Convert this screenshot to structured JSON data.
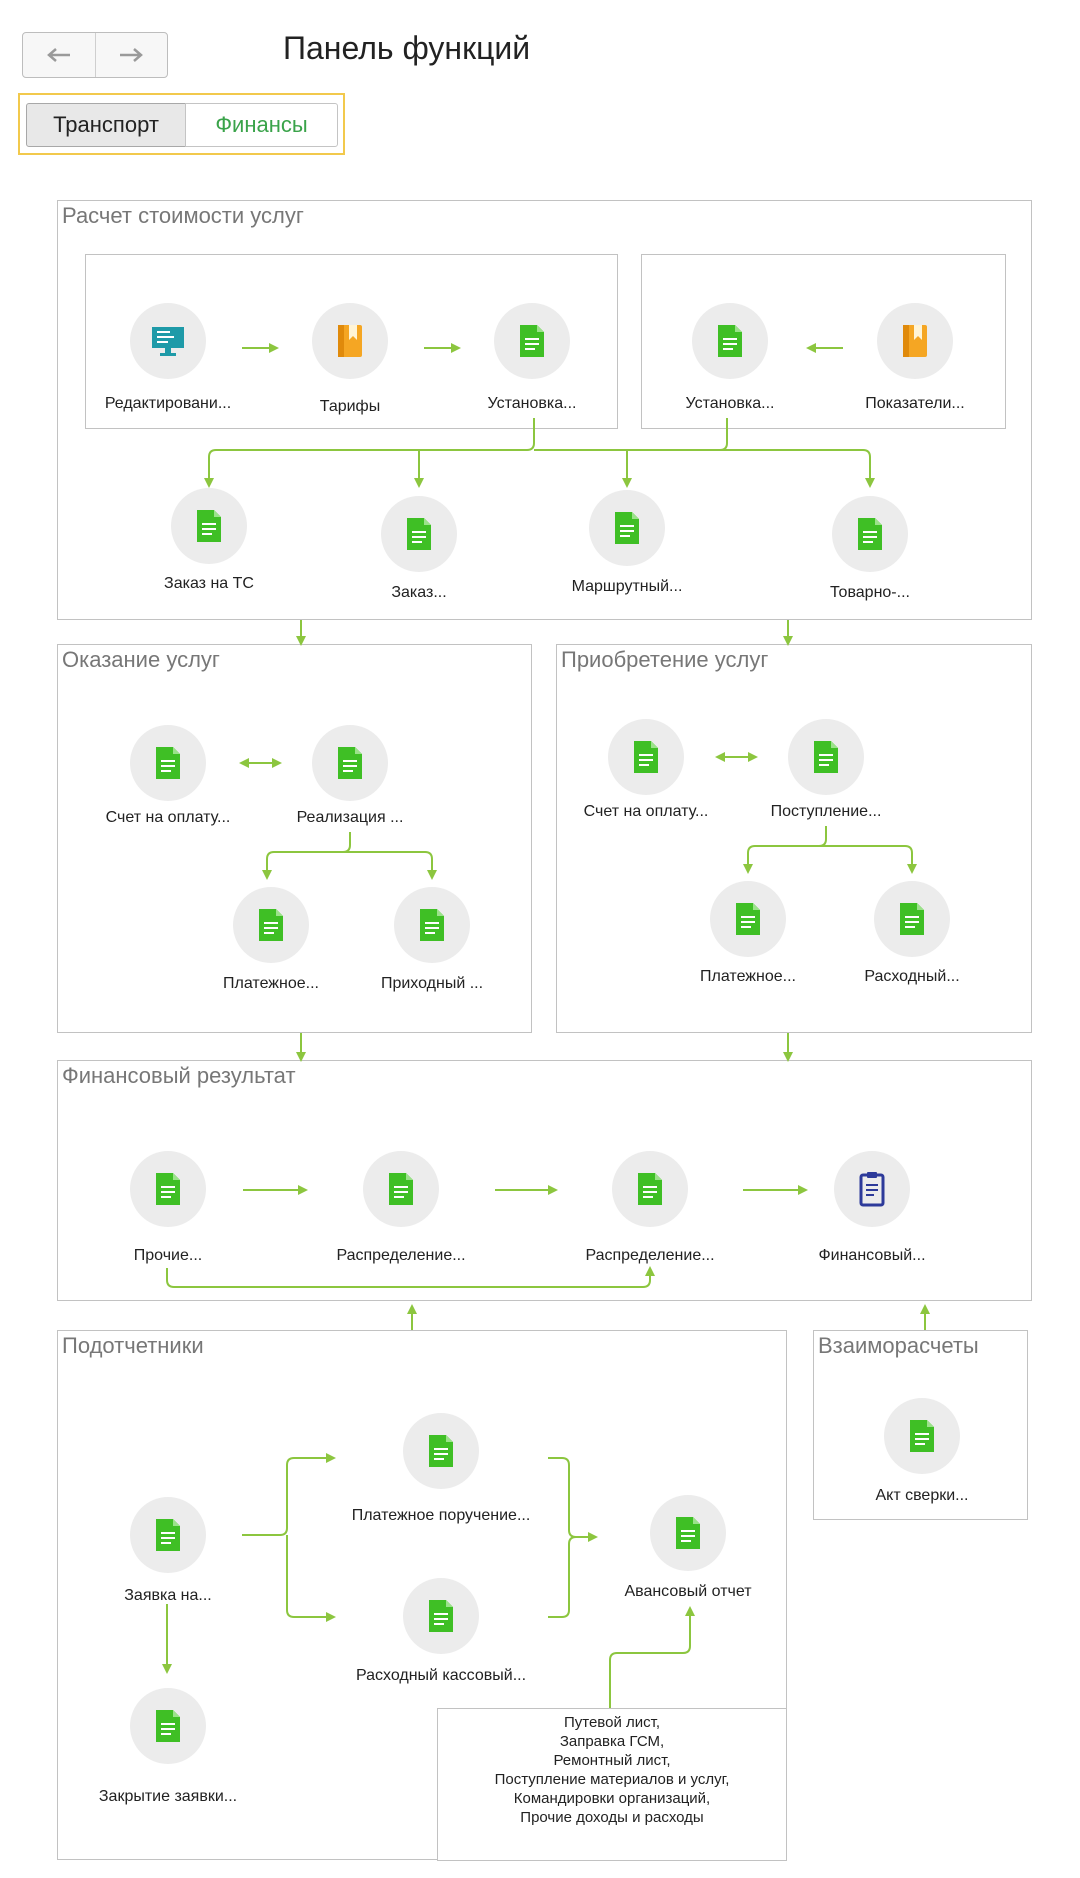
{
  "header": {
    "title": "Панель функций",
    "nav": {
      "back_icon": "arrow-left-icon",
      "forward_icon": "arrow-right-icon"
    },
    "tabs": [
      {
        "label": "Транспорт",
        "active": false
      },
      {
        "label": "Финансы",
        "active": true
      }
    ]
  },
  "groups": {
    "pricing": "Расчет стоимости услуг",
    "services_provided": "Оказание услуг",
    "services_purchased": "Приобретение услуг",
    "financial_result": "Финансовый результат",
    "accountables": "Подотчетники",
    "settlements": "Взаиморасчеты"
  },
  "nodes": {
    "editing": {
      "label": "Редактировани...",
      "icon": "monitor-icon"
    },
    "tariffs": {
      "label": "Тарифы",
      "icon": "book-icon"
    },
    "setting1": {
      "label": "Установка...",
      "icon": "document-icon"
    },
    "setting2": {
      "label": "Установка...",
      "icon": "document-icon"
    },
    "indicators": {
      "label": "Показатели...",
      "icon": "book-icon"
    },
    "vehicle_order": {
      "label": "Заказ на ТС",
      "icon": "document-icon"
    },
    "order": {
      "label": "Заказ...",
      "icon": "document-icon"
    },
    "route": {
      "label": "Маршрутный...",
      "icon": "document-icon"
    },
    "waybill": {
      "label": "Товарно-...",
      "icon": "document-icon"
    },
    "invoice_out": {
      "label": "Счет на оплату...",
      "icon": "document-icon"
    },
    "realization": {
      "label": "Реализация ...",
      "icon": "document-icon"
    },
    "payment_in": {
      "label": "Платежное...",
      "icon": "document-icon"
    },
    "cash_in": {
      "label": "Приходный ...",
      "icon": "document-icon"
    },
    "invoice_in": {
      "label": "Счет на оплату...",
      "icon": "document-icon"
    },
    "receipt": {
      "label": "Поступление...",
      "icon": "document-icon"
    },
    "payment_out": {
      "label": "Платежное...",
      "icon": "document-icon"
    },
    "cash_out": {
      "label": "Расходный...",
      "icon": "document-icon"
    },
    "other": {
      "label": "Прочие...",
      "icon": "document-icon"
    },
    "distribution1": {
      "label": "Распределение...",
      "icon": "document-icon"
    },
    "distribution2": {
      "label": "Распределение...",
      "icon": "document-icon"
    },
    "fin_report": {
      "label": "Финансовый...",
      "icon": "report-icon"
    },
    "request": {
      "label": "Заявка на...",
      "icon": "document-icon"
    },
    "payment_order": {
      "label": "Платежное  поручение...",
      "icon": "document-icon"
    },
    "cash_expense": {
      "label": "Расходный кассовый...",
      "icon": "document-icon"
    },
    "advance_report": {
      "label": "Авансовый отчет",
      "icon": "document-icon"
    },
    "close_request": {
      "label": "Закрытие заявки...",
      "icon": "document-icon"
    },
    "reconciliation": {
      "label": "Акт сверки...",
      "icon": "document-icon"
    }
  },
  "note": {
    "lines": [
      "Путевой лист,",
      "Заправка ГСМ,",
      "Ремонтный лист,",
      "Поступление материалов и услуг,",
      "Командировки организаций,",
      "Прочие доходы и расходы"
    ]
  },
  "colors": {
    "doc_green": "#3fbf25",
    "arrow_green": "#8cc63f",
    "monitor_teal": "#1e9aa8",
    "book_orange": "#f5a623",
    "report_blue": "#2d3a9a",
    "tab_border": "#f2c94c",
    "finance_tab_text": "#3aa34a"
  }
}
